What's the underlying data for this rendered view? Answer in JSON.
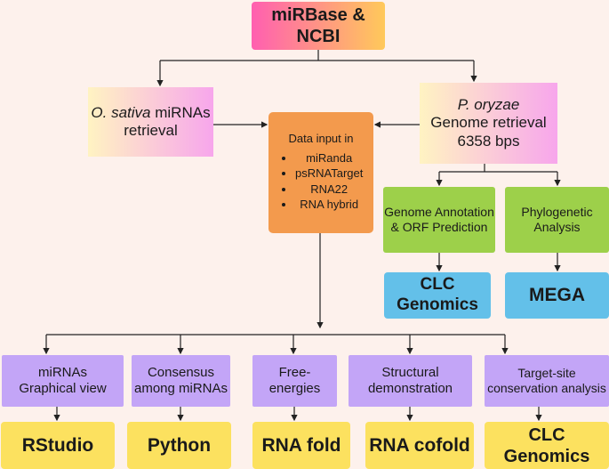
{
  "root": {
    "label": "miRBase & NCBI"
  },
  "osativa": {
    "italic": "O. sativa",
    "rest": " miRNAs",
    "line2": "retrieval"
  },
  "poryzae": {
    "italic": "P. oryzae",
    "line2": "Genome retrieval",
    "line3": "6358 bps"
  },
  "data_input": {
    "title": "Data input in",
    "items": [
      "miRanda",
      "psRNATarget",
      "RNA22",
      "RNA hybrid"
    ]
  },
  "green_boxes": [
    {
      "line1": "Genome Annotation",
      "line2": "& ORF Prediction"
    },
    {
      "line1": "Phylogenetic",
      "line2": "Analysis"
    }
  ],
  "blue_boxes": [
    "CLC Genomics",
    "MEGA"
  ],
  "purple_boxes": [
    {
      "line1": "miRNAs",
      "line2": "Graphical view"
    },
    {
      "line1": "Consensus",
      "line2": "among miRNAs"
    },
    {
      "line1": "Free-",
      "line2": "energies"
    },
    {
      "line1": "Structural",
      "line2": "demonstration"
    },
    {
      "line1": "Target-site",
      "line2": "conservation analysis"
    }
  ],
  "yellow_boxes": [
    "RStudio",
    "Python",
    "RNA fold",
    "RNA cofold",
    "CLC Genomics"
  ],
  "colors": {
    "background": "#fdf1ec",
    "orange": "#f39a4d",
    "green": "#9dd04a",
    "blue": "#63c0e9",
    "purple": "#c3a5f7",
    "yellow": "#fce15f"
  }
}
